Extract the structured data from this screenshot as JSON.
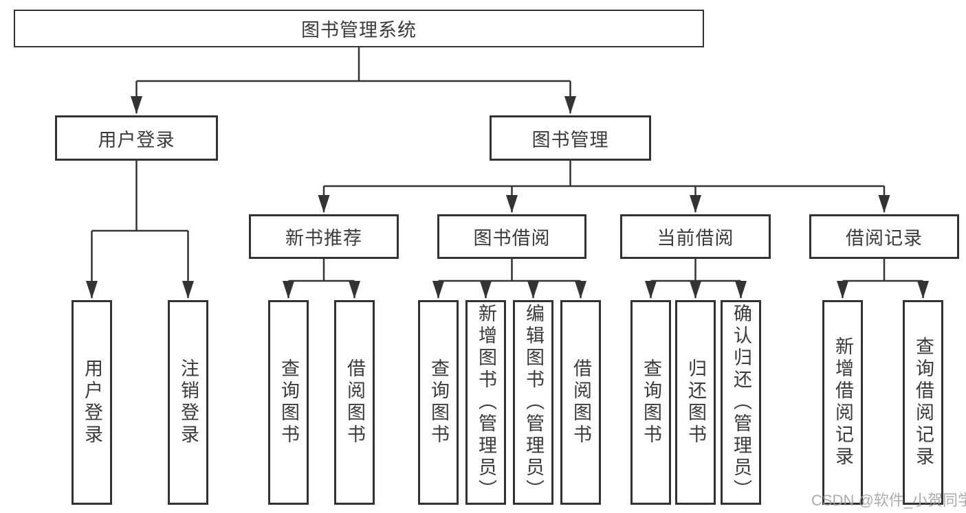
{
  "colors": {
    "background": "#ffffff",
    "line": "#333333",
    "box_border": "#333333",
    "text": "#3a3a3a",
    "watermark": "#9e9e9e"
  },
  "nodes": {
    "root": {
      "label": "图书管理系统"
    },
    "level2": [
      {
        "label": "用户登录",
        "parent": "图书管理系统"
      },
      {
        "label": "图书管理",
        "parent": "图书管理系统"
      }
    ],
    "level3": [
      {
        "label": "新书推荐",
        "parent": "图书管理"
      },
      {
        "label": "图书借阅",
        "parent": "图书管理"
      },
      {
        "label": "当前借阅",
        "parent": "图书管理"
      },
      {
        "label": "借阅记录",
        "parent": "图书管理"
      }
    ],
    "leaves": [
      {
        "label": "用户登录",
        "parent": "用户登录"
      },
      {
        "label": "注销登录",
        "parent": "用户登录"
      },
      {
        "label": "查询图书",
        "parent": "新书推荐"
      },
      {
        "label": "借阅图书",
        "parent": "新书推荐"
      },
      {
        "label": "查询图书",
        "parent": "图书借阅"
      },
      {
        "label": "新增图书（管理员）",
        "parent": "图书借阅"
      },
      {
        "label": "编辑图书（管理员）",
        "parent": "图书借阅"
      },
      {
        "label": "借阅图书",
        "parent": "图书借阅"
      },
      {
        "label": "查询图书",
        "parent": "当前借阅"
      },
      {
        "label": "归还图书",
        "parent": "当前借阅"
      },
      {
        "label": "确认归还（管理员）",
        "parent": "当前借阅"
      },
      {
        "label": "新增借阅记录",
        "parent": "借阅记录"
      },
      {
        "label": "查询借阅记录",
        "parent": "借阅记录"
      }
    ]
  },
  "watermark": {
    "text": "CSDN @软件_小贺同学"
  }
}
